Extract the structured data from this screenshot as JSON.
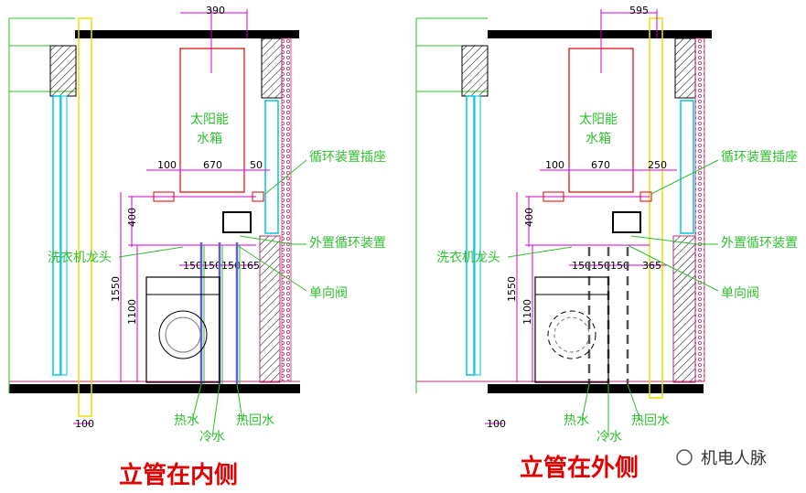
{
  "left": {
    "dims": {
      "top_width": "390",
      "left_offset": "100",
      "tank_width": "670",
      "right_offset": "50",
      "height_400": "400",
      "height_1550": "1550",
      "height_1100": "1100",
      "pipe_spacing": [
        "150",
        "150",
        "150",
        "165"
      ],
      "bottom": "100"
    },
    "labels": {
      "tank_line1": "太阳能",
      "tank_line2": "水箱",
      "socket": "循环装置插座",
      "external_loop": "外置循环装置",
      "faucet": "洗衣机龙头",
      "check_valve": "单向阀",
      "hot_water": "热水",
      "cold_water": "冷水",
      "hot_return": "热回水"
    },
    "caption": "立管在内侧"
  },
  "right": {
    "dims": {
      "top_width": "595",
      "left_offset": "100",
      "tank_width": "670",
      "right_offset": "250",
      "height_400": "400",
      "height_1550": "1550",
      "height_1100": "1100",
      "pipe_spacing": [
        "150",
        "150",
        "150",
        "365"
      ],
      "bottom": "100"
    },
    "labels": {
      "tank_line1": "太阳能",
      "tank_line2": "水箱",
      "socket": "循环装置插座",
      "external_loop": "外置循环装置",
      "faucet": "洗衣机龙头",
      "check_valve": "单向阀",
      "hot_water": "热水",
      "cold_water": "冷水",
      "hot_return": "热回水"
    },
    "caption": "立管在外侧"
  },
  "watermark": "机电人脉",
  "colors": {
    "line_green": "#2fbf2f",
    "dim_magenta": "#d000d0",
    "red": "#e00000",
    "cyan": "#00c8e0",
    "yellow": "#e8e000",
    "black": "#000000"
  }
}
